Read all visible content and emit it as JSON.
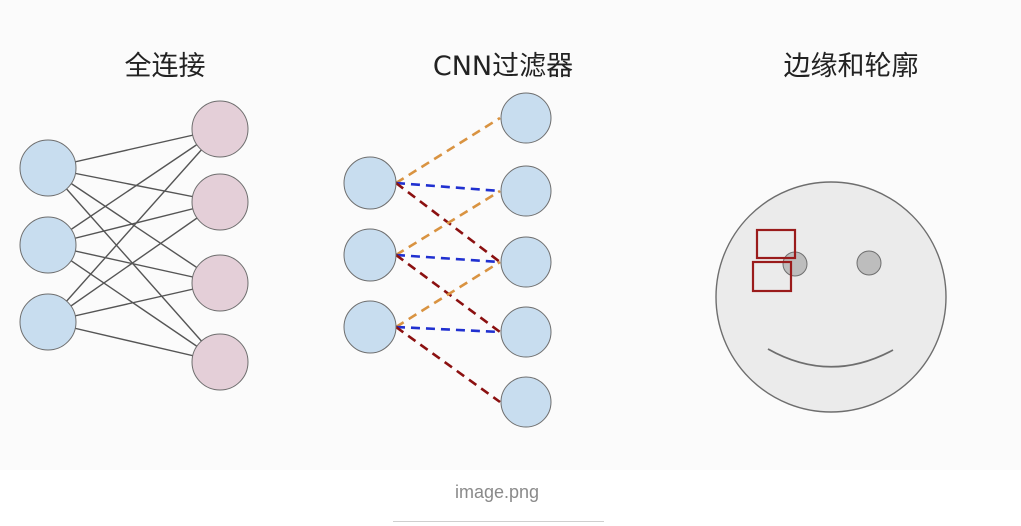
{
  "panels": {
    "fully_connected": {
      "title": "全连接"
    },
    "cnn_filter": {
      "title": "CNN过滤器"
    },
    "edges": {
      "title": "边缘和轮廓"
    }
  },
  "caption": "image.png",
  "colors": {
    "input_node": "#c8ddef",
    "output_node_fc": "#e4cfd8",
    "node_stroke": "#6e6e6e",
    "fc_line": "#555555",
    "orange_dash": "#d99341",
    "blue_dash": "#2030d0",
    "darkred_dash": "#8b1010",
    "face_fill": "#ebebeb",
    "eye_fill": "#bdbdbd",
    "box_stroke": "#9a1b1b"
  }
}
